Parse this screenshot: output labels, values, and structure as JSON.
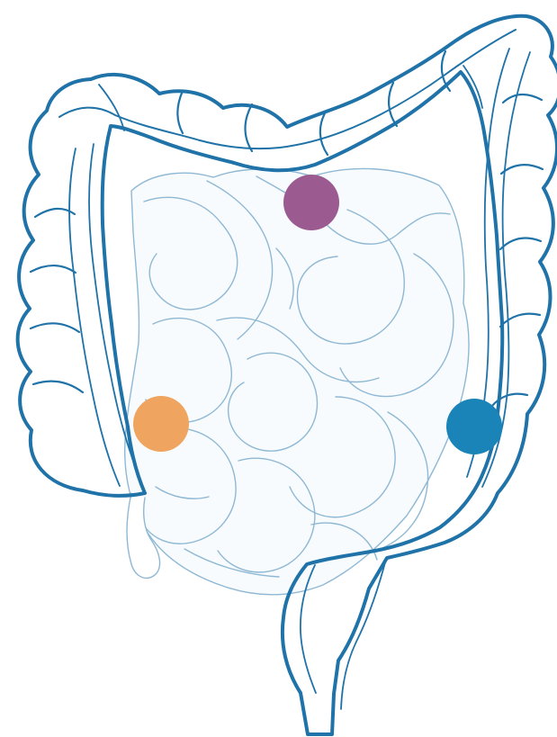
{
  "diagram": {
    "subject": "intestines",
    "colors": {
      "background": "#ffffff",
      "large_intestine_outline": "#1f73a8",
      "small_intestine_outline": "#8fb8d4",
      "small_intestine_fill": "#f7fbfd"
    },
    "markers": [
      {
        "id": "transverse-colon-marker",
        "color": "#9b5b91"
      },
      {
        "id": "ascending-colon-marker",
        "color": "#efa55f"
      },
      {
        "id": "descending-colon-marker",
        "color": "#1a84b8"
      }
    ]
  }
}
